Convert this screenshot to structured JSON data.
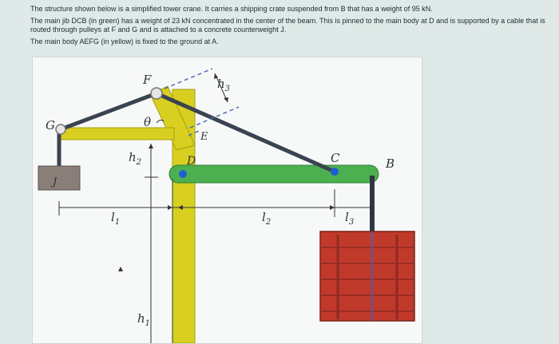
{
  "problem": {
    "line1": "The structure shown below is a simplified tower crane. It carries a shipping crate suspended from B that has a weight of 95 kN.",
    "line2": "The main jib DCB (in green) has a weight of 23 kN concentrated in the center of the beam. This is pinned to the main body at D and is supported by a cable that is routed through pulleys at F and G and is attached to a concrete counterweight J.",
    "line3": "The main body AEFG (in yellow) is fixed to the ground at A."
  },
  "figure": {
    "labels": {
      "F": "F",
      "G": "G",
      "theta": "θ",
      "E": "E",
      "D": "D",
      "C": "C",
      "B": "B",
      "J": "J",
      "h1": "h",
      "h1_sub": "1",
      "h2": "h",
      "h2_sub": "2",
      "h3": "h",
      "h3_sub": "3",
      "l1": "l",
      "l1_sub": "1",
      "l2": "l",
      "l2_sub": "2",
      "l3": "l",
      "l3_sub": "3"
    },
    "colors": {
      "jib_green": "#4caf50",
      "body_yellow": "#d8cf20",
      "cable": "#3a4350",
      "counterweight": "#8a7e78",
      "crate_red": "#c0392b",
      "pin_blue": "#1f5fcf",
      "dashed_blue": "#4a6fb0"
    }
  }
}
